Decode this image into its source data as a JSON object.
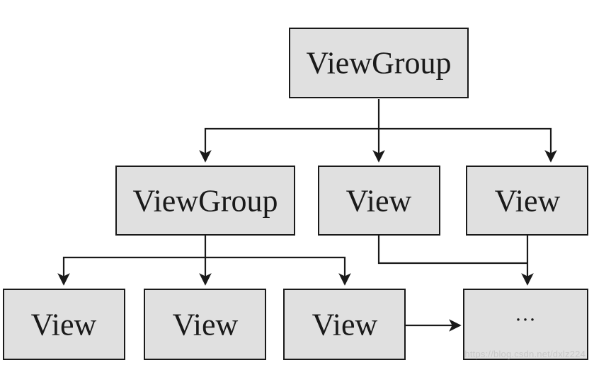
{
  "nodes": {
    "root_viewgroup": "ViewGroup",
    "child_viewgroup": "ViewGroup",
    "view_mid": "View",
    "view_right": "View",
    "leaf_view_1": "View",
    "leaf_view_2": "View",
    "leaf_view_3": "View",
    "ellipsis": "···"
  },
  "watermark": "https://blog.csdn.net/dxlz224"
}
